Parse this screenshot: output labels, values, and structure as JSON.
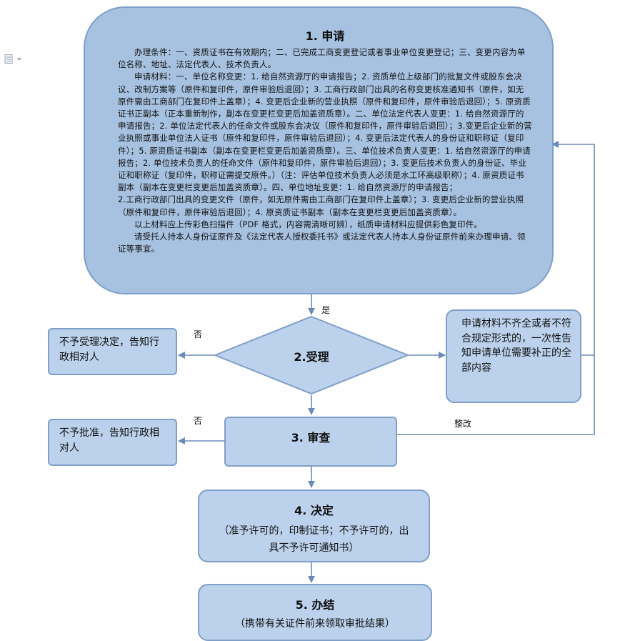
{
  "step1": {
    "title": "1. 申请",
    "paragraphs": [
      "办理条件：一、资质证书在有效期内；二、已完成工商变更登记或者事业单位变更登记；三、变更内容为单位名称、地址、法定代表人、技术负责人。",
      "申请材料：一、单位名称变更：1. 给自然资源厅的申请报告；2. 资质单位上级部门的批复文件或股东会决议、改制方案等（原件和复印件，原件审验后退回）；3. 工商行政部门出具的名称变更核准通知书（原件，如无原件需由工商部门在复印件上盖章）；4. 变更后企业新的营业执照（原件和复印件，原件审验后退回）；5. 原资质证书正副本（正本重新制作，副本在变更栏变更后加盖资质章）。二、单位法定代表人变更：1. 给自然资源厅的申请报告；2. 单位法定代表人的任命文件或股东会决议（原件和复印件，原件审验后退回）；3.变更后企业新的营业执照或事业单位法人证书（原件和复印件，原件审验后退回）；4. 变更后法定代表人的身份证和职称证（复印件）；5. 原资质证书副本（副本在变更栏变更后加盖资质章）。三、单位技术负责人变更：1. 给自然资源厅的申请报告；2. 单位技术负责人的任命文件（原件和复印件，原件审验后退回）；3. 变更后技术负责人的身份证、毕业证和职称证（复印件，职称证需提交原件。）（注：评估单位技术负责人必须是水工环高级职称）；4. 原资质证书副本（副本在变更栏变更后加盖资质章）。四、单位地址变更：1. 给自然资源厅的申请报告；",
      "2.工商行政部门出具的变更文件（原件，如无原件需由工商部门在复印件上盖章）；3. 变更后企业新的营业执照（原件和复印件，原件审验后退回）；4. 原资质证书副本（副本在变更栏变更后加盖资质章）。",
      "以上材料应上传彩色扫描件（PDF 格式，内容需清晰可辨），纸质申请材料应提供彩色复印件。",
      "请受托人持本人身份证原件及《法定代表人授权委托书》或法定代表人持本人身份证原件前来办理申请、领证等事宜。"
    ]
  },
  "step2": {
    "title": "2.受理"
  },
  "step3": {
    "title": "3. 审查"
  },
  "step4": {
    "title": "4. 决定",
    "desc": "（准予许可的，印制证书；不予许可的，出具不予许可通知书）"
  },
  "step5": {
    "title": "5. 办结",
    "desc": "（携带有关证件前来领取审批结果）"
  },
  "reject_accept": "不予受理决定，告知行政相对人",
  "reject_approve": "不予批准，告知行政相对人",
  "incomplete": "申请材料不齐全或者不符合规定形式的，一次性告知申请单位需要补正的全部内容",
  "labels": {
    "yes": "是",
    "no_accept": "否",
    "no_approve": "否",
    "rectify": "整改"
  },
  "colors": {
    "box_fill": "#bcd2ec",
    "main_fill": "#a7c2e1",
    "stroke": "#7f9fc8",
    "arrow": "#6b8cb8"
  }
}
